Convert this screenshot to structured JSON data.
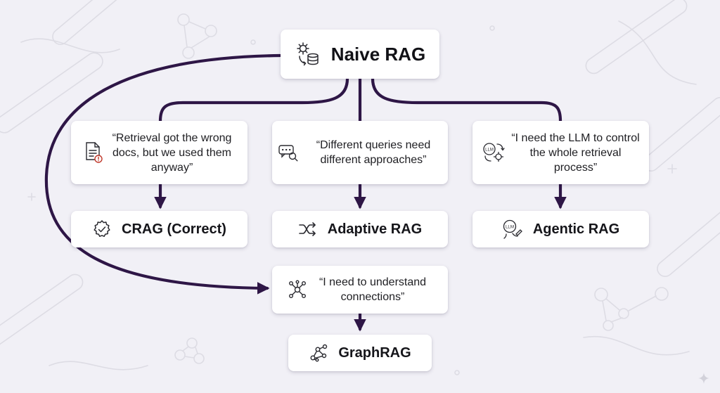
{
  "root": {
    "label": "Naive RAG",
    "icon": "gear-database-icon"
  },
  "problems": [
    {
      "text": "“Retrieval got the wrong docs, but we used them anyway”",
      "icon": "document-warning-icon"
    },
    {
      "text": "“Different queries need different approaches”",
      "icon": "chat-search-icon"
    },
    {
      "text": "“I need the LLM to control the whole retrieval process”",
      "icon": "llm-cycle-gear-icon"
    },
    {
      "text": "“I need to understand connections”",
      "icon": "network-nodes-icon"
    }
  ],
  "solutions": [
    {
      "label": "CRAG (Correct)",
      "icon": "gear-check-icon"
    },
    {
      "label": "Adaptive RAG",
      "icon": "shuffle-icon"
    },
    {
      "label": "Agentic RAG",
      "icon": "llm-agent-icon"
    },
    {
      "label": "GraphRAG",
      "icon": "graph-icon"
    }
  ],
  "colors": {
    "connector": "#2e1646",
    "background": "#f1f0f6",
    "card": "#ffffff",
    "decor": "#dcdbe3"
  }
}
